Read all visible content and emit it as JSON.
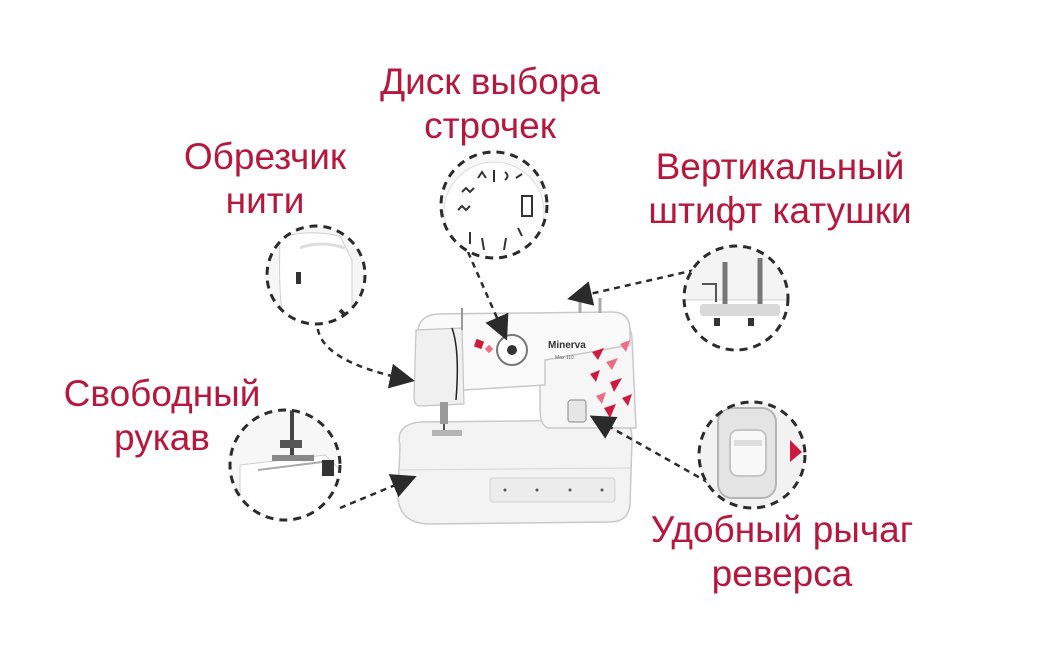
{
  "colors": {
    "label_text": "#b8173d",
    "accent_red": "#d0193f",
    "accent_pink": "#ec6d85",
    "machine_body": "#f2f2f2",
    "dashed_line": "#2b2b2b"
  },
  "brand": {
    "logo": "Minerva",
    "model": "Max 110"
  },
  "callouts": [
    {
      "id": "stitch-dial",
      "lines": [
        "Диск выбора",
        "строчек"
      ]
    },
    {
      "id": "thread-cutter",
      "lines": [
        "Обрезчик",
        "нити"
      ]
    },
    {
      "id": "spool-pin",
      "lines": [
        "Вертикальный",
        "штифт катушки"
      ]
    },
    {
      "id": "free-arm",
      "lines": [
        "Свободный",
        "рукав"
      ]
    },
    {
      "id": "reverse-lever",
      "lines": [
        "Удобный рычаг",
        "реверса"
      ]
    }
  ],
  "icons": {
    "stitch_dial": "stitch-dial-icon",
    "thread_cutter": "thread-cutter-icon",
    "spool_pin": "spool-pin-icon",
    "free_arm": "free-arm-icon",
    "reverse_lever": "reverse-lever-icon"
  }
}
